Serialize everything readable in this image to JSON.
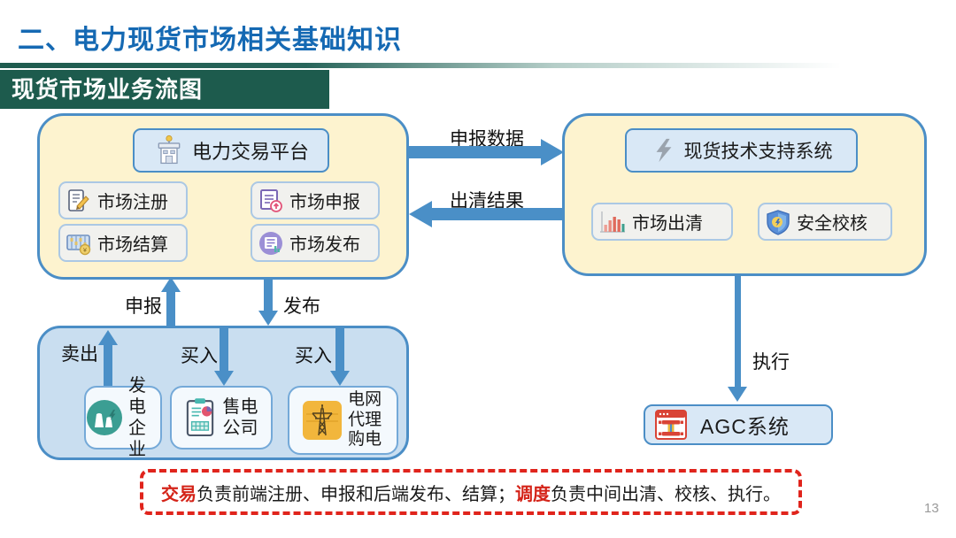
{
  "header": {
    "title": "二、电力现货市场相关基础知识",
    "banner": "现货市场业务流图"
  },
  "platform": {
    "title": "电力交易平台",
    "register": "市场注册",
    "declare": "市场申报",
    "settle": "市场结算",
    "publish": "市场发布"
  },
  "tech": {
    "title": "现货技术支持系统",
    "clearing": "市场出清",
    "check": "安全校核"
  },
  "flows": {
    "declare_data": "申报数据",
    "clearing_result": "出清结果",
    "declare": "申报",
    "publish": "发布",
    "sell": "卖出",
    "buy_left": "买入",
    "buy_right": "买入",
    "execute": "执行"
  },
  "participants": {
    "generator": "发电企业",
    "retailer": "售电公司",
    "grid_agent": "电网代理购电"
  },
  "agc": {
    "label": "AGC系统"
  },
  "note": {
    "lead1": "交易",
    "body1": "负责前端注册、申报和后端发布、结算；",
    "lead2": "调度",
    "body2": "负责中间出清、校核、执行。"
  },
  "page_number": "13",
  "colors": {
    "title_blue": "#1569b3",
    "banner_green": "#1d5b4d",
    "box_yellow": "#fdf3cf",
    "box_blue": "#c9def0",
    "node_blue": "#d9e8f6",
    "border_blue": "#4b8ec6",
    "arrow_blue": "#4a8fc7",
    "note_red": "#e0241c"
  },
  "icons": {
    "building-icon": "trading platform building",
    "register-icon": "document with pencil",
    "declare-icon": "document with upload badge",
    "settle-icon": "abacus with coin",
    "publish-icon": "purple document bubble",
    "lightning-icon": "gray lightning bolt",
    "bar-chart-icon": "clearing bar chart",
    "shield-icon": "security shield",
    "power-plant-icon": "teal power plant",
    "clipboard-icon": "clipboard with pie chart",
    "transmission-tower-icon": "orange tower tile",
    "agc-window-icon": "red AGC window"
  }
}
